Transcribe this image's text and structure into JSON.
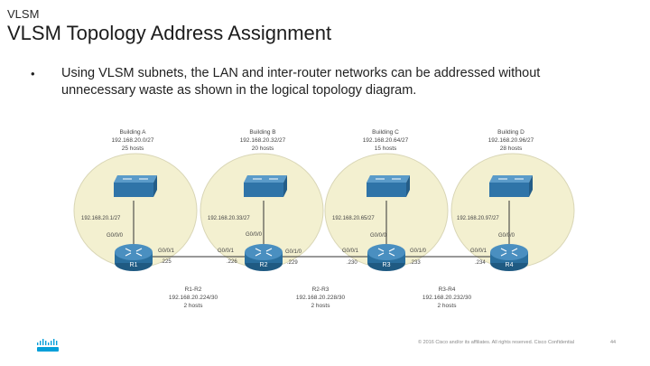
{
  "header": {
    "section": "VLSM",
    "title": "VLSM Topology Address Assignment"
  },
  "content": {
    "bullet": "•",
    "text": "Using VLSM subnets, the LAN and inter-router networks can be addressed without unnecessary waste as shown in the logical topology diagram."
  },
  "diagram": {
    "buildings": [
      {
        "name": "Building A",
        "network": "192.168.20.0/27",
        "hosts": "25 hosts",
        "gateway": "192.168.20.1/27",
        "interface": "G0/0/0"
      },
      {
        "name": "Building B",
        "network": "192.168.20.32/27",
        "hosts": "20 hosts",
        "gateway": "192.168.20.33/27",
        "interface": "G0/0/0"
      },
      {
        "name": "Building C",
        "network": "192.168.20.64/27",
        "hosts": "15 hosts",
        "gateway": "192.168.20.65/27",
        "interface": "G0/0/0"
      },
      {
        "name": "Building D",
        "network": "192.168.20.96/27",
        "hosts": "28 hosts",
        "gateway": "192.168.20.97/27",
        "interface": "G0/0/0"
      }
    ],
    "routers": [
      "R1",
      "R2",
      "R3",
      "R4"
    ],
    "router_ports": [
      {
        "iface": "G0/0/1",
        "ip": ".225"
      },
      {
        "iface": "G0/0/1",
        "ip": ".226"
      },
      {
        "iface": "G0/1/0",
        "ip": ".229"
      },
      {
        "iface": "G0/0/1",
        "ip": ".230"
      },
      {
        "iface": "G0/1/0",
        "ip": ".233"
      },
      {
        "iface": "G0/0/1",
        "ip": ".234"
      }
    ],
    "links": [
      {
        "name": "R1-R2",
        "network": "192.168.20.224/30",
        "hosts": "2 hosts"
      },
      {
        "name": "R2-R3",
        "network": "192.168.20.228/30",
        "hosts": "2 hosts"
      },
      {
        "name": "R3-R4",
        "network": "192.168.20.232/30",
        "hosts": "2 hosts"
      }
    ]
  },
  "footer": {
    "copyright": "© 2016 Cisco and/or its affiliates. All rights reserved. Cisco Confidential",
    "page": "44"
  },
  "colors": {
    "bubble": "#f3f0d0",
    "bubble_edge": "#d9d6b6",
    "switch": "#2f74a8",
    "router": "#2a6f9e",
    "cisco_logo": "#049fd9"
  }
}
